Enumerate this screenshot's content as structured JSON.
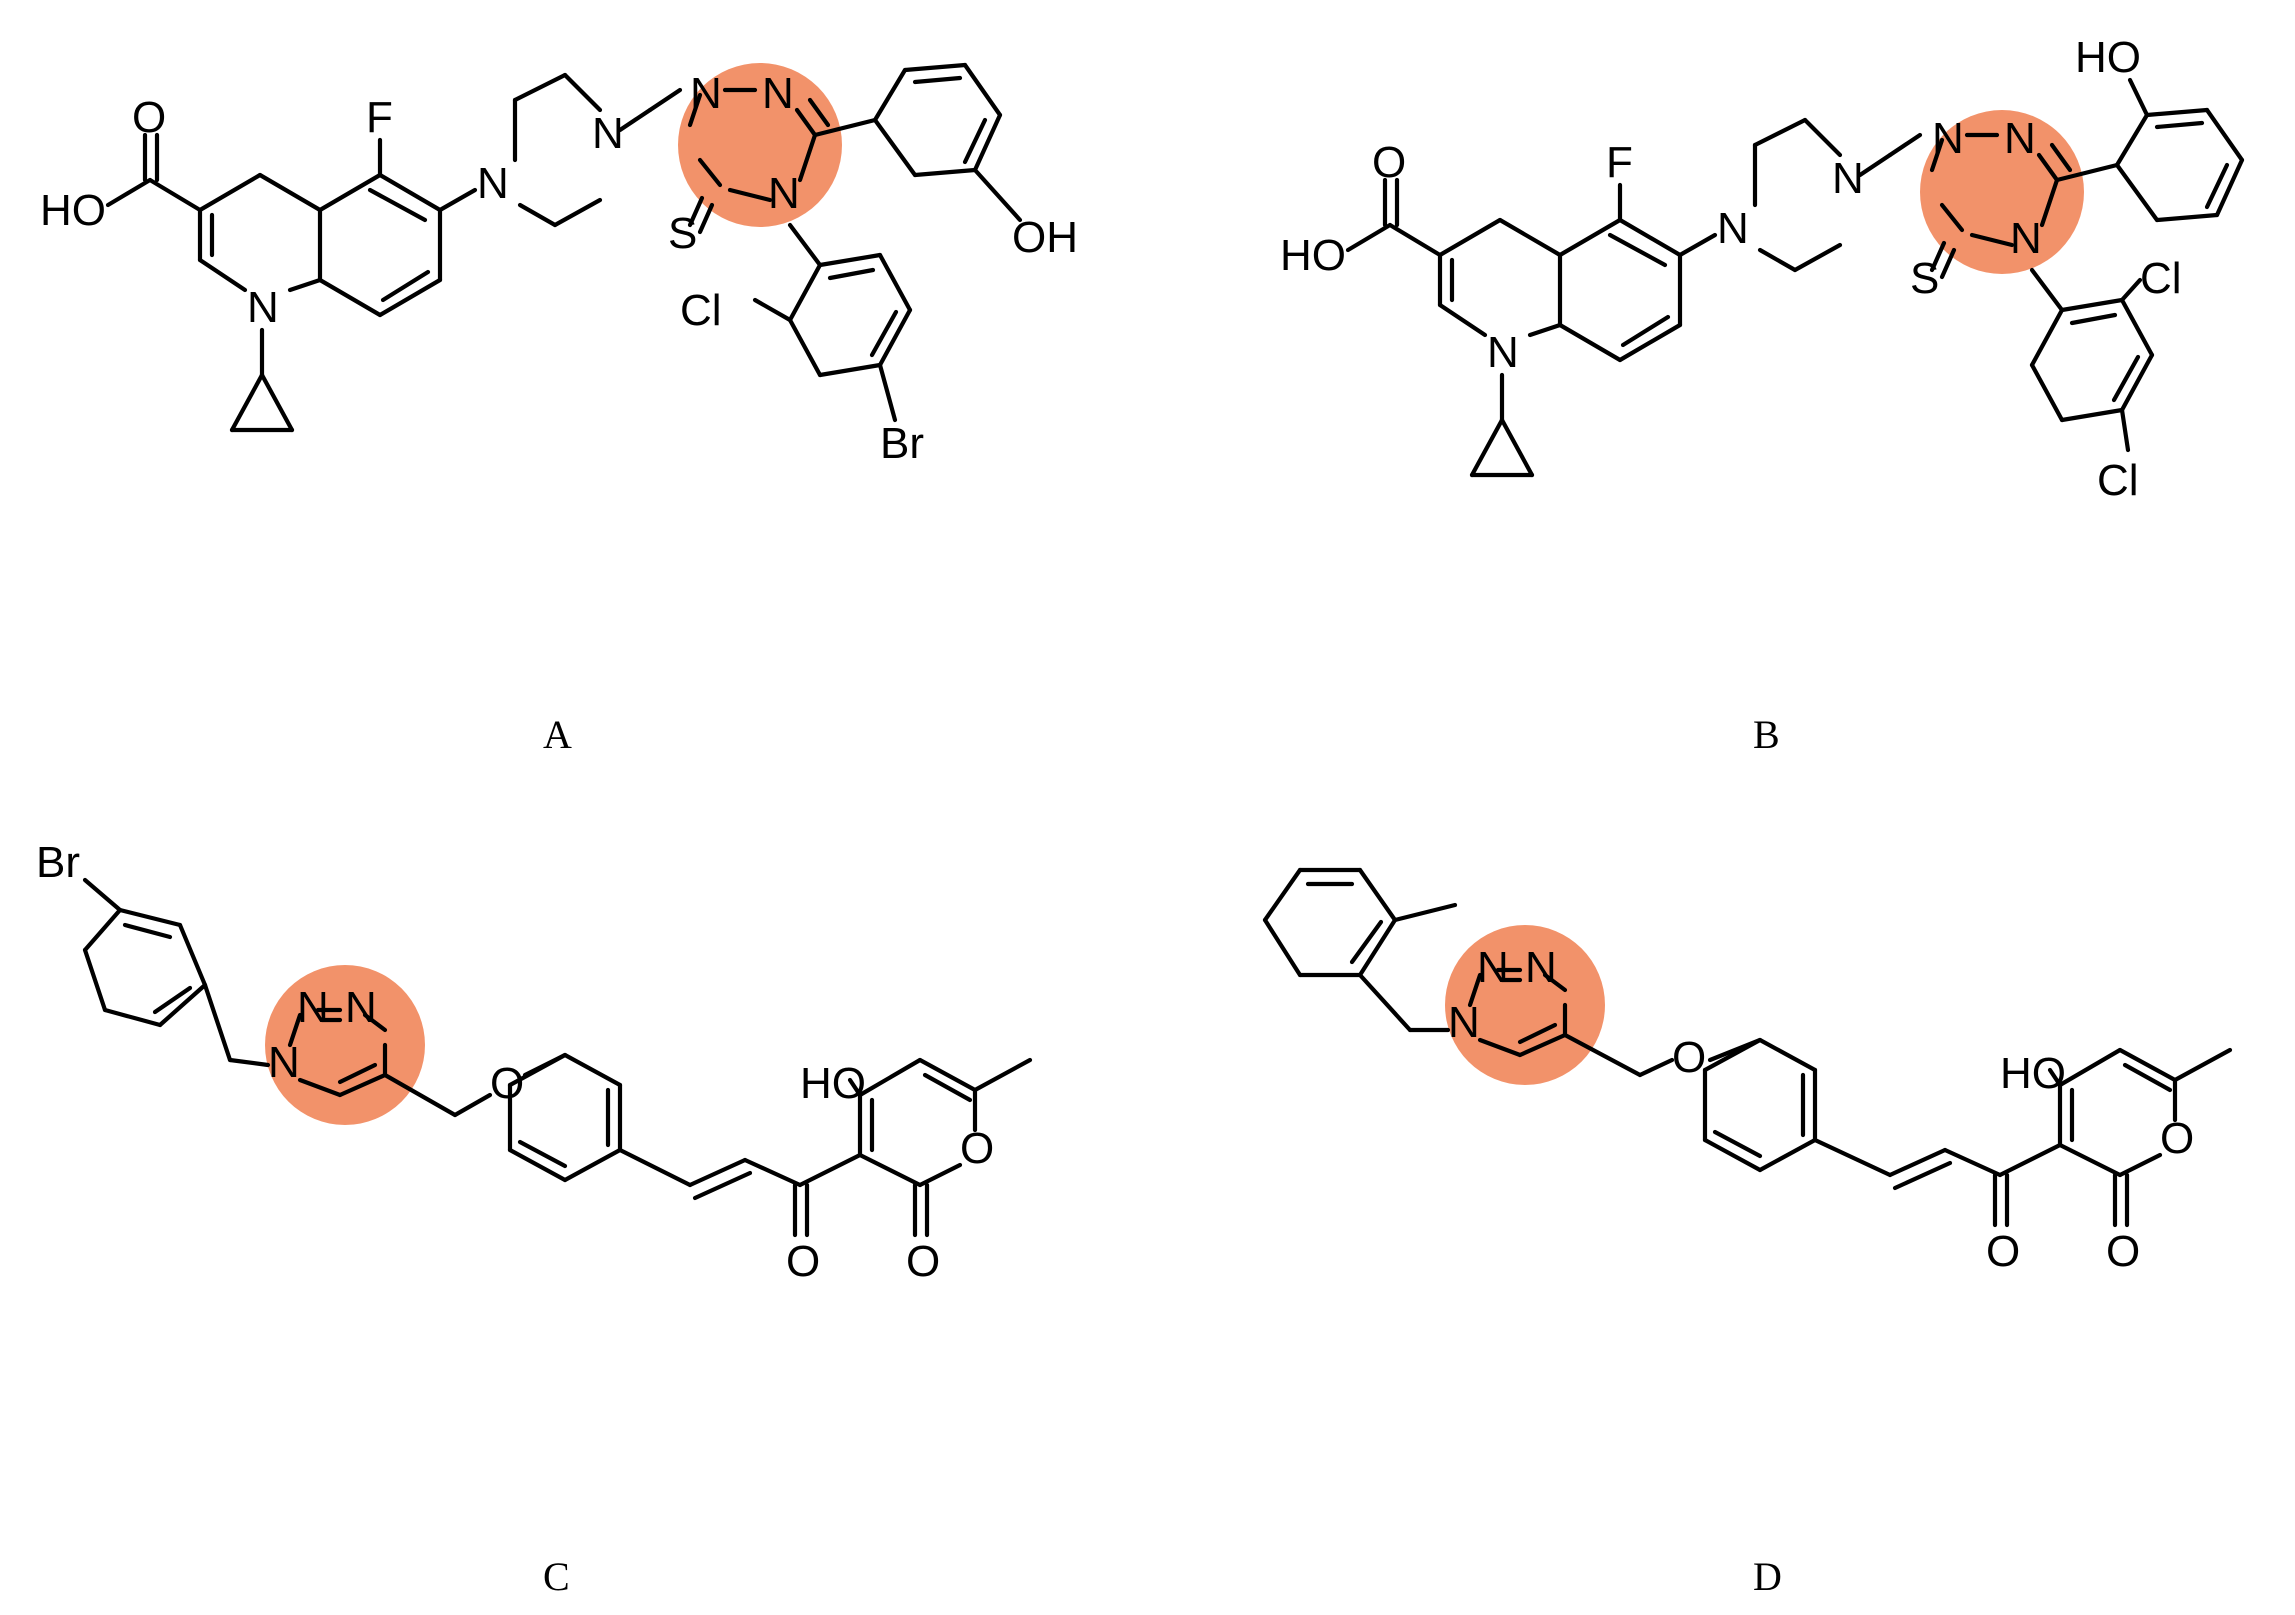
{
  "figure": {
    "highlight_color": "#F07F50",
    "bond_color": "#000000",
    "panels": [
      {
        "label": "A",
        "atoms": {
          "o_carbonyl": "O",
          "ho_acid": "HO",
          "f": "F",
          "n_quin": "N",
          "n_pip1": "N",
          "n_pip2": "N",
          "n_tz1": "N",
          "n_tz2": "N",
          "n_tz4": "N",
          "s": "S",
          "oh": "OH",
          "cl": "Cl",
          "br": "Br"
        }
      },
      {
        "label": "B",
        "atoms": {
          "o_carbonyl": "O",
          "ho_acid": "HO",
          "f": "F",
          "n_quin": "N",
          "n_pip1": "N",
          "n_pip2": "N",
          "n_tz1": "N",
          "n_tz2": "N",
          "n_tz4": "N",
          "s": "S",
          "ho_phenol": "HO",
          "cl1": "Cl",
          "cl2": "Cl"
        }
      },
      {
        "label": "C",
        "atoms": {
          "br": "Br",
          "n1": "N",
          "n2": "N",
          "n3": "N",
          "o_ether": "O",
          "ho": "HO",
          "o_ring": "O",
          "o_ketone": "O",
          "o_lactone": "O"
        }
      },
      {
        "label": "D",
        "atoms": {
          "n1": "N",
          "n2": "N",
          "n3": "N",
          "o_ether": "O",
          "ho": "HO",
          "o_ring": "O",
          "o_ketone": "O",
          "o_lactone": "O"
        }
      }
    ]
  }
}
